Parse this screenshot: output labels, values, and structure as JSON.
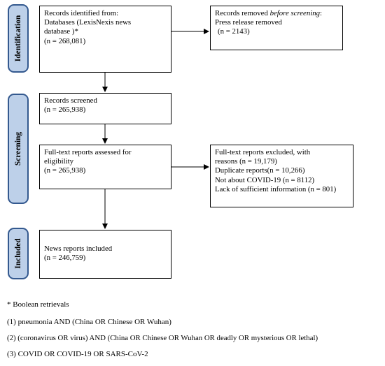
{
  "stages": {
    "identification": "Identification",
    "screening": "Screening",
    "included": "Included"
  },
  "boxes": {
    "records_identified": [
      "Records identified from:",
      "Databases (LexisNexis news",
      "database )*",
      "(n = 268,081)"
    ],
    "records_removed": {
      "prefix": "Records removed ",
      "emphasis": "before screening",
      "suffix": ":",
      "lines": [
        "Press release removed",
        "(n = 2143)"
      ]
    },
    "records_screened": [
      "Records screened",
      "(n = 265,938)"
    ],
    "fulltext_assessed": [
      "Full-text reports assessed for",
      "eligibility",
      "(n = 265,938)"
    ],
    "fulltext_excluded": [
      "Full-text reports excluded, with",
      "reasons (n = 19,179)",
      "Duplicate reports(n = 10,266)",
      "Not about COVID-19 (n = 8112)",
      "Lack of sufficient information (n = 801)"
    ],
    "news_included": [
      "News reports included",
      "(n = 246,759)"
    ]
  },
  "notes": [
    "* Boolean retrievals",
    "(1) pneumonia AND (China OR Chinese OR Wuhan)",
    "(2) (coronavirus OR virus) AND (China OR Chinese OR Wuhan OR deadly OR mysterious OR lethal)",
    "(3) COVID OR COVID-19 OR SARS-CoV-2"
  ]
}
